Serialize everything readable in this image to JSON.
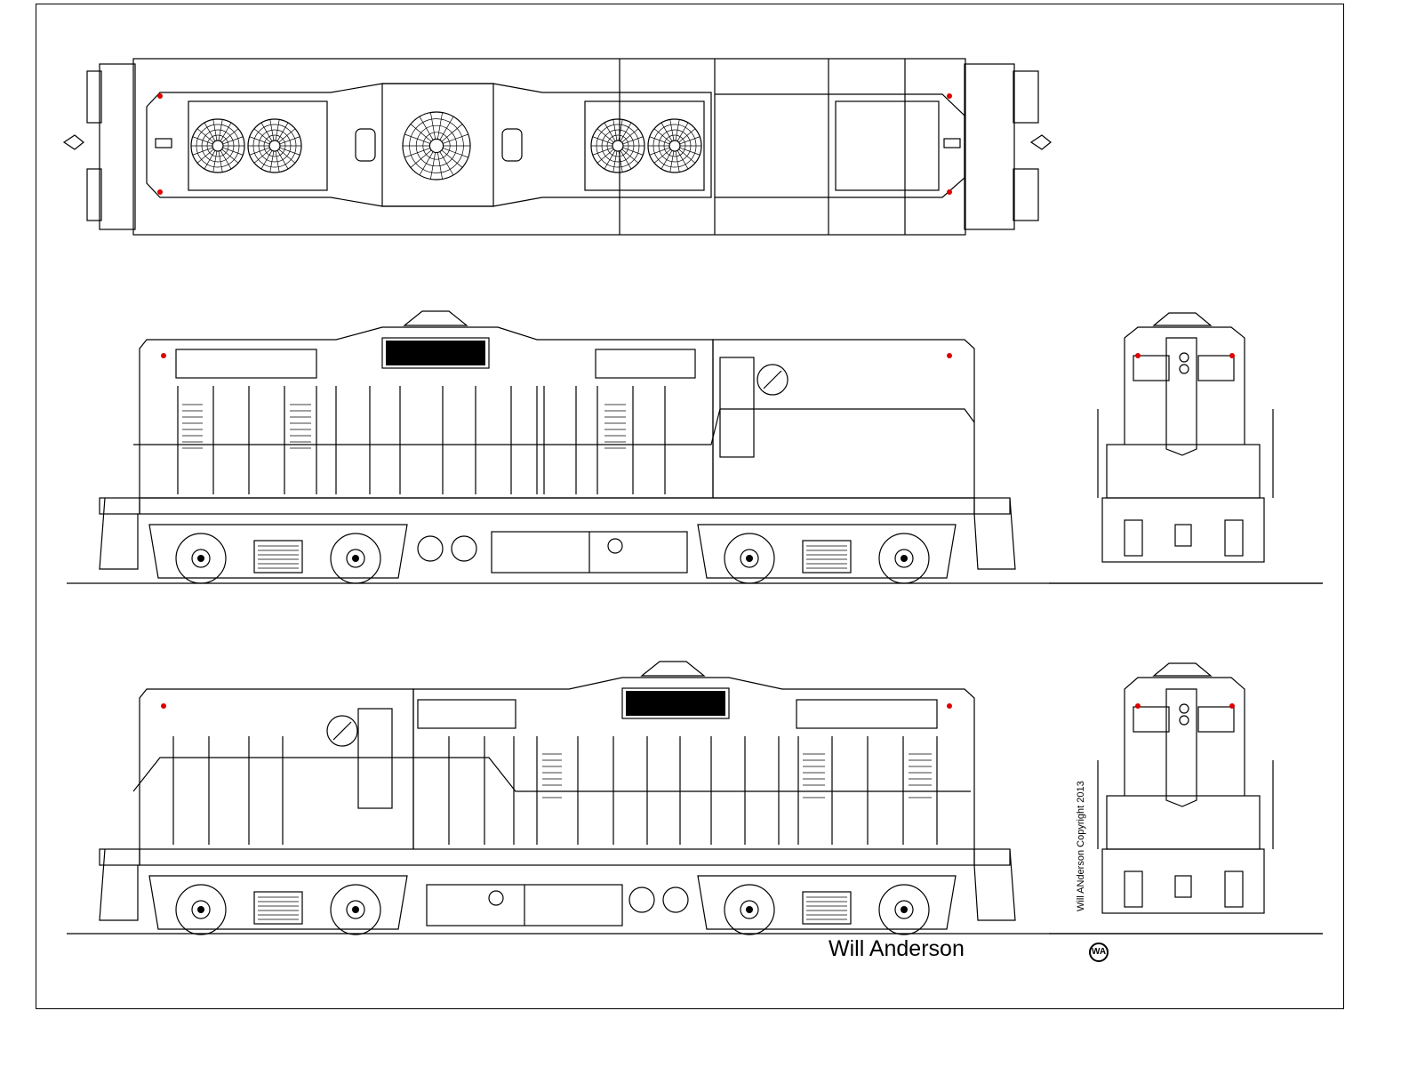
{
  "drawing": {
    "author": "Will Anderson",
    "copyright": "Will ANderson Copyright 2013",
    "logo_mark": "WA"
  },
  "colors": {
    "line": "#000000",
    "paper": "#ffffff",
    "lamp": "#dd0000"
  },
  "views": [
    "top-view",
    "side-view-a",
    "end-view-a",
    "side-view-b",
    "end-view-b"
  ]
}
